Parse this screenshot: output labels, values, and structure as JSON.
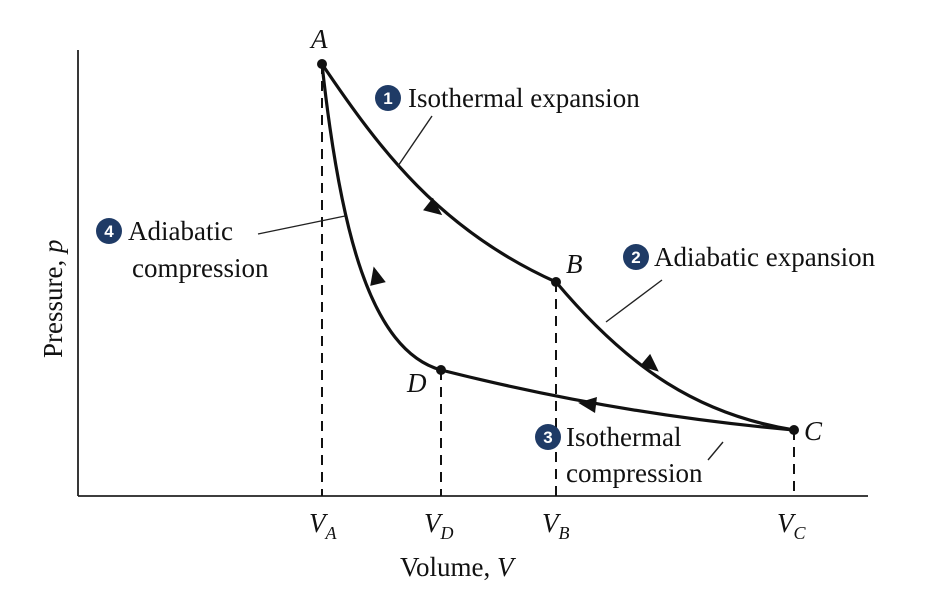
{
  "axes": {
    "ylabel": "Pressure, p",
    "ylabel_text": "Pressure, ",
    "ylabel_var": "p",
    "xlabel_text": "Volume, ",
    "xlabel_var": "V"
  },
  "states": {
    "A": "A",
    "B": "B",
    "C": "C",
    "D": "D"
  },
  "volume_ticks": {
    "VA": {
      "base": "V",
      "sub": "A"
    },
    "VD": {
      "base": "V",
      "sub": "D"
    },
    "VB": {
      "base": "V",
      "sub": "B"
    },
    "VC": {
      "base": "V",
      "sub": "C"
    }
  },
  "processes": {
    "p1": {
      "step": "1",
      "line1": "Isothermal expansion",
      "line2": ""
    },
    "p2": {
      "step": "2",
      "line1": "Adiabatic expansion",
      "line2": ""
    },
    "p3": {
      "step": "3",
      "line1": "Isothermal",
      "line2": "compression"
    },
    "p4": {
      "step": "4",
      "line1": "Adiabatic",
      "line2": "compression"
    }
  },
  "colors": {
    "badge": "#1f3b66",
    "curve": "#111111"
  }
}
